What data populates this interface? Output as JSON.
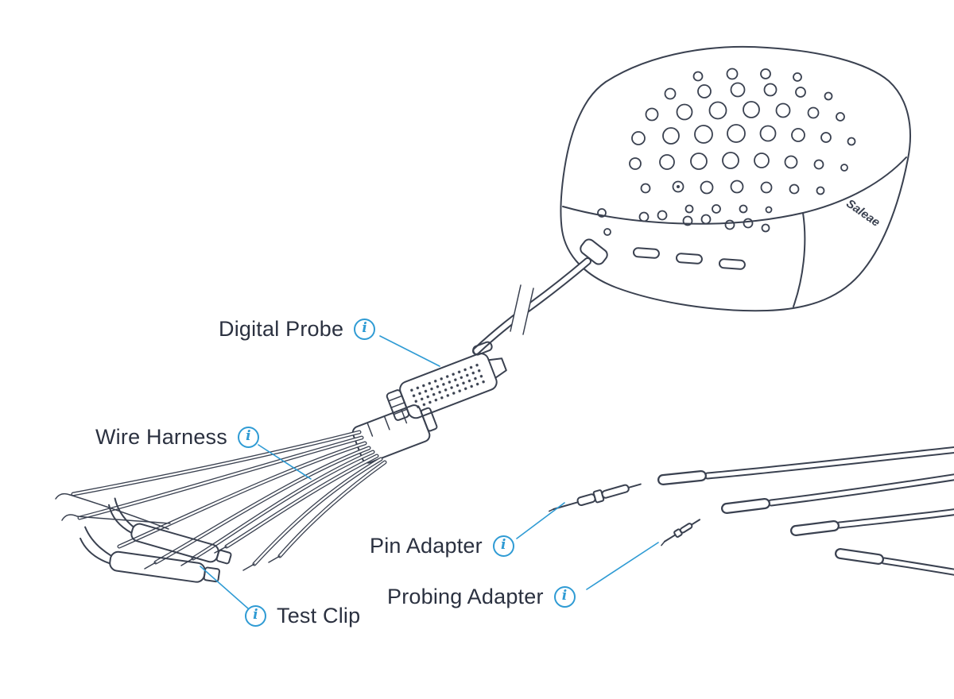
{
  "labels": {
    "digital_probe": "Digital Probe",
    "wire_harness": "Wire Harness",
    "pin_adapter": "Pin Adapter",
    "probing_adapter": "Probing Adapter",
    "test_clip": "Test Clip"
  },
  "info_icon": {
    "glyph": "i"
  },
  "device": {
    "brand": "Saleae"
  },
  "colors": {
    "line": "#3a4150",
    "accent": "#2f9bd4",
    "text": "#2b3140",
    "background": "#ffffff"
  }
}
